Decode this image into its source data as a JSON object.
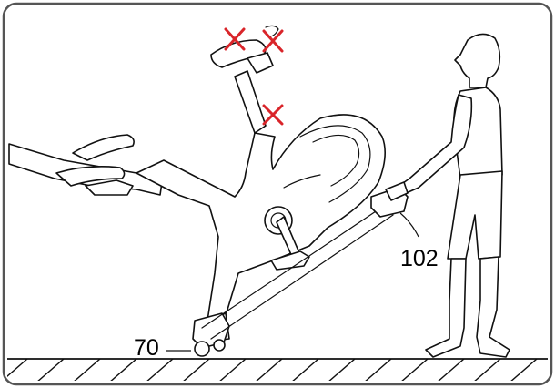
{
  "callouts": [
    {
      "id": "front-stabilizer",
      "label": "70"
    },
    {
      "id": "lift-handle",
      "label": "102"
    }
  ],
  "icons": [
    "do-not-lift-x-icon",
    "do-not-lift-x-icon",
    "do-not-lift-x-icon"
  ],
  "colors": {
    "line": "#111111",
    "warning": "#d9252a",
    "background": "#ffffff",
    "frame": "#555555"
  }
}
